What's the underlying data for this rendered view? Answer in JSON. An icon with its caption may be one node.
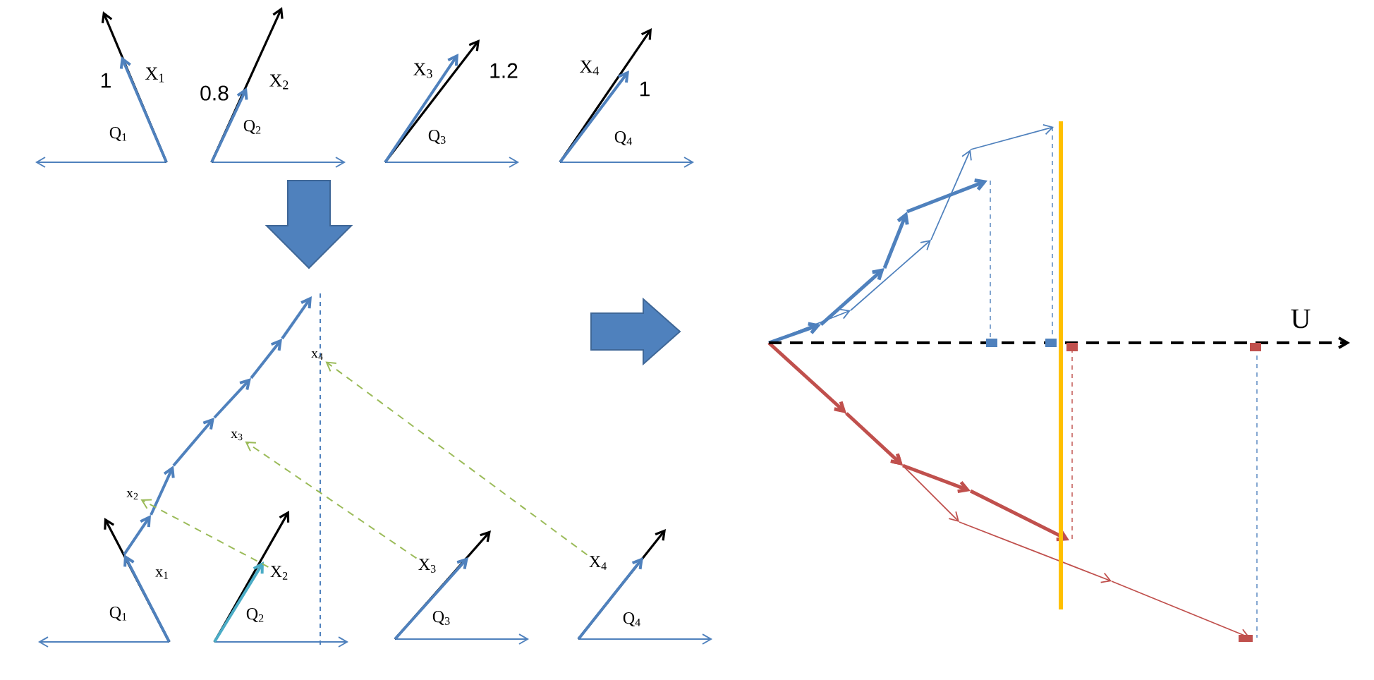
{
  "diagram": {
    "nodes": [
      {
        "text": [
          "x$_{4}$"
        ]
      },
      {
        "text": [
          "x$_{3}$"
        ]
      },
      {
        "text": [
          "x$_{2}$"
        ]
      },
      {
        "text": [
          "X$_{2}$"
        ]
      },
      {
        "text": [
          "X$_{3}$"
        ]
      },
      {
        "text": [
          "X$_{4}$"
        ]
      }
    ],
    "edges": [
      {
        "from": 3,
        "to": 2,
        "arrow": "to",
        "style": "dashed"
      },
      {
        "from": 4,
        "to": 1,
        "arrow": "to",
        "style": "dashed"
      },
      {
        "from": 5,
        "to": 0,
        "arrow": "to",
        "style": "dashed"
      }
    ],
    "labels": [
      "1",
      "X$_{1}$",
      "0.8",
      "X$_{2}$",
      "X$_{3}$",
      "1.2",
      "X$_{4}$",
      "1",
      "Q$_{1}$",
      "Q$_{2}$",
      "Q$_{3}$",
      "Q$_{4}$",
      "x$_{1}$",
      "Q$_{1}$",
      "Q$_{2}$",
      "Q$_{3}$",
      "Q$_{4}$",
      "U"
    ]
  }
}
